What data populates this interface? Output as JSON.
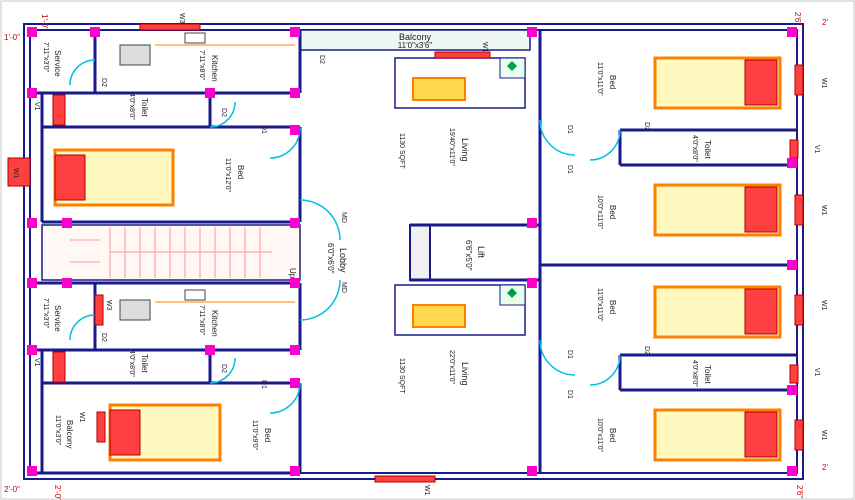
{
  "balcony_top": {
    "name": "Balcony",
    "size": "11'0\"x3'6\""
  },
  "units": {
    "upper_left": {
      "kitchen": {
        "name": "Kitchen",
        "size": "7'11\"x8'0\""
      },
      "service": {
        "name": "Service",
        "size": "7'11\"x3'0\""
      },
      "toilet": {
        "name": "Toilet",
        "size": "4'0\"x8'0\""
      },
      "bed": {
        "name": "Bed",
        "size": "11'0\"x12'0\""
      }
    },
    "lower_left": {
      "kitchen": {
        "name": "Kitchen",
        "size": "7'11\"x8'0\""
      },
      "service": {
        "name": "Service",
        "size": "7'11\"x3'0\""
      },
      "toilet": {
        "name": "Toilet",
        "size": "4'0\"x8'0\""
      },
      "bed": {
        "name": "Bed",
        "size": "11'0\"x9'0\""
      },
      "balcony": {
        "name": "Balcony",
        "size": "11'0\"x3'0\""
      }
    },
    "upper_right": {
      "bed_top": {
        "name": "Bed",
        "size": "11'0\"x11'0\""
      },
      "toilet": {
        "name": "Toilet",
        "size": "4'0\"x8'0\""
      },
      "bed_bottom": {
        "name": "Bed",
        "size": "10'0\"x11'0\""
      }
    },
    "lower_right": {
      "bed_top": {
        "name": "Bed",
        "size": "11'0\"x11'0\""
      },
      "toilet": {
        "name": "Toilet",
        "size": "4'0\"x8'0\""
      },
      "bed_bottom": {
        "name": "Bed",
        "size": "10'0\"x11'0\""
      }
    }
  },
  "living_upper": {
    "name": "Living",
    "size": "19'40\"x11'0\"",
    "area": "1130 SQFT"
  },
  "living_lower": {
    "name": "Living",
    "size": "22'0\"x11'0\"",
    "area": "1130 SQFT"
  },
  "lobby": {
    "name": "Lobby",
    "size": "6'0\"x6'0\""
  },
  "lift": {
    "name": "Lift",
    "size": "6'6\"x5'0\""
  },
  "stair_up": "Up",
  "doors": {
    "D1": "D1",
    "D2": "D2",
    "MD": "MD"
  },
  "windows": {
    "W1": "W1",
    "W3": "W3",
    "V1": "V1"
  },
  "dims": {
    "d1": "1'-0\"",
    "d2": "2'6\"",
    "d3": "2'",
    "d4": "2'-0\"",
    "d5": "2'6\"",
    "d6": "2'",
    "d7": "1'-0\"",
    "d8": "2'-0\""
  },
  "colors": {
    "wall": "#1a1a8c",
    "column": "#ff00cc",
    "door": "#00c0e0",
    "window": "#ff4040",
    "furniture": "#ff8000",
    "dim": "#cc0000"
  }
}
